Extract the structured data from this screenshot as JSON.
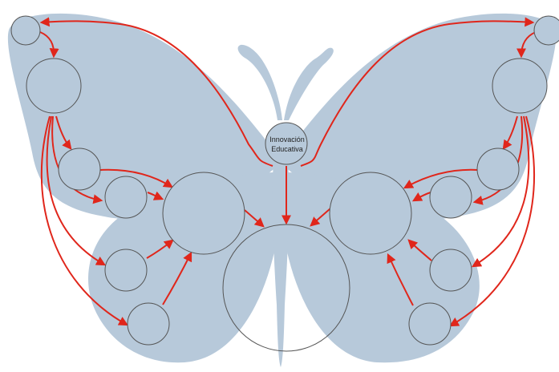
{
  "diagram": {
    "central_node": {
      "label_line1": "Innovación",
      "label_line2": "Educativa"
    },
    "colors": {
      "wing_fill": "#b7c9da",
      "node_fill": "#b7c9da",
      "node_stroke": "#555555",
      "arrow_color": "#e0261b"
    },
    "node_count": 16
  }
}
